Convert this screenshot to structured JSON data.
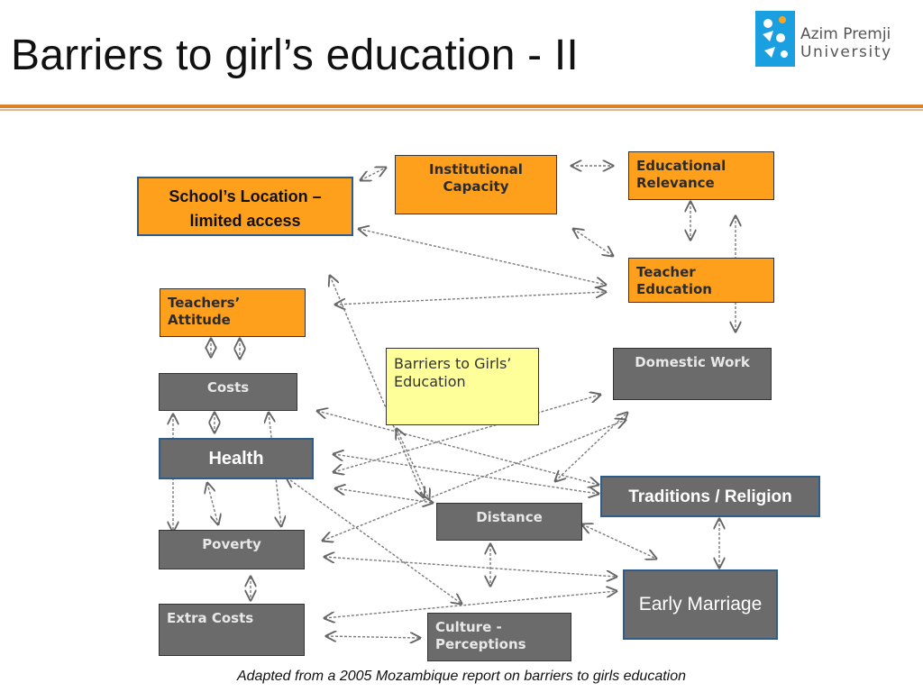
{
  "title": "Barriers to girl’s education - II",
  "logo": {
    "line1": "Azim Premji",
    "line2": "University",
    "mark_colors": [
      "#1aa0e0",
      "#f5a623"
    ]
  },
  "colors": {
    "accent_rule": "#d9822b",
    "orange_box": "#ffa01c",
    "gray_box": "#6b6b6b",
    "yellow_box": "#ffff99",
    "highlight_border": "#2e5d8c"
  },
  "diagram": {
    "nodes": {
      "school_location": "School’s Location – limited access",
      "institutional_capacity": "Institutional Capacity",
      "educational_relevance": "Educational Relevance",
      "teachers_attitude": "Teachers’ Attitude",
      "teacher_education": "Teacher Education",
      "barriers": "Barriers to Girls’ Education",
      "domestic_work": "Domestic Work",
      "costs": "Costs",
      "health": "Health",
      "traditions_religion": "Traditions / Religion",
      "distance": "Distance",
      "poverty": "Poverty",
      "early_marriage": "Early Marriage",
      "extra_costs": "Extra Costs",
      "culture_perceptions": "Culture - Perceptions"
    }
  },
  "caption": "Adapted from a 2005 Mozambique report on barriers to girls education"
}
